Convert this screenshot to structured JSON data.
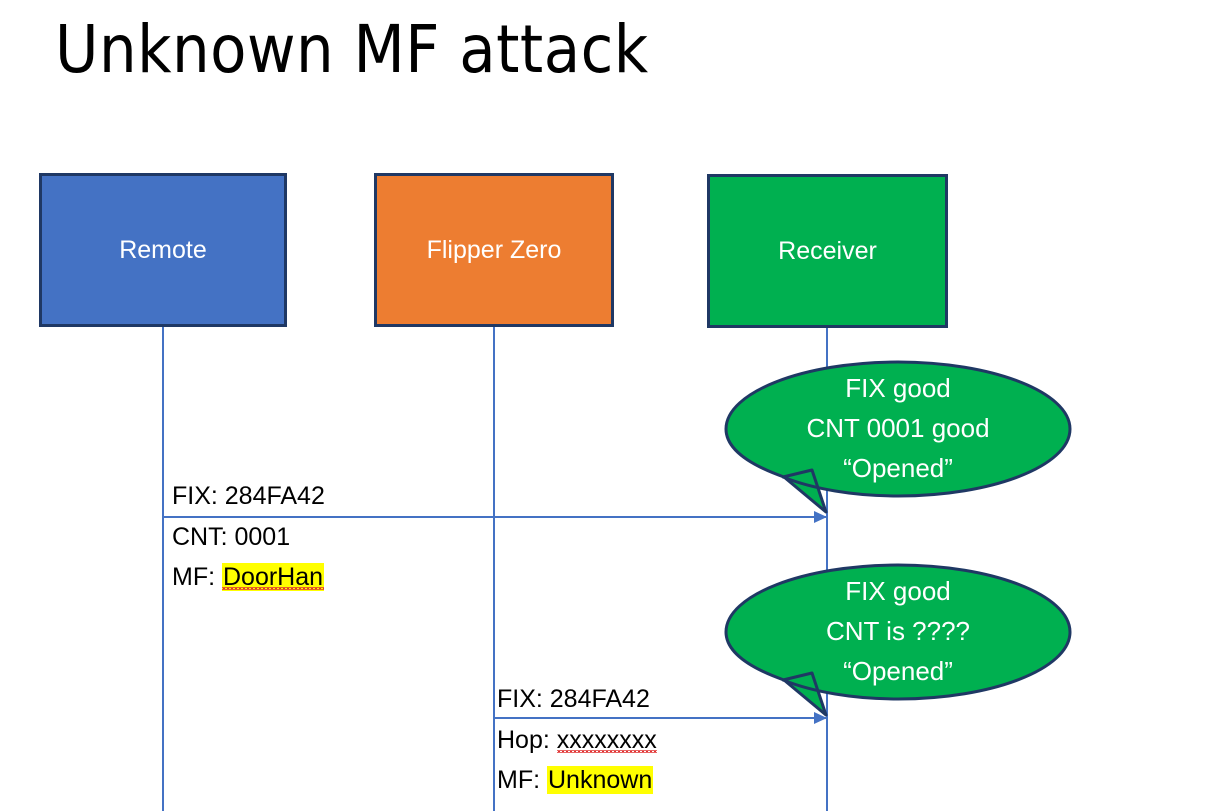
{
  "slide": {
    "title": "Unknown MF attack",
    "background": "#FFFFFF"
  },
  "colors": {
    "remote": "#4472C4",
    "flipper": "#ED7D31",
    "receiver": "#00B050",
    "border": "#1F3864",
    "arrow": "#4472C4",
    "highlight": "#FFFF00",
    "text": "#000000",
    "box_text": "#FFFFFF"
  },
  "actors": [
    {
      "id": "remote",
      "label": "Remote"
    },
    {
      "id": "flipper",
      "label": "Flipper Zero"
    },
    {
      "id": "receiver",
      "label": "Receiver"
    }
  ],
  "messages": [
    {
      "id": "msg1",
      "from": "remote",
      "to": "receiver",
      "line1": "FIX: 284FA42",
      "line2": "CNT: 0001",
      "line3_prefix": "MF: ",
      "line3_value": "DoorHan",
      "line3_highlighted": true,
      "line3_spellerror": true
    },
    {
      "id": "msg2",
      "from": "flipper",
      "to": "receiver",
      "line1": "FIX: 284FA42",
      "line2_prefix": "Hop: ",
      "line2_value": "xxxxxxxx",
      "line2_spellerror": true,
      "line3_prefix": "MF: ",
      "line3_value": "Unknown",
      "line3_highlighted": true
    }
  ],
  "callouts": [
    {
      "id": "callout1",
      "owner": "receiver",
      "line1": "FIX good",
      "line2": "CNT 0001 good",
      "line3": "“Opened”"
    },
    {
      "id": "callout2",
      "owner": "receiver",
      "line1": "FIX good",
      "line2": "CNT is ????",
      "line3": "“Opened”"
    }
  ]
}
